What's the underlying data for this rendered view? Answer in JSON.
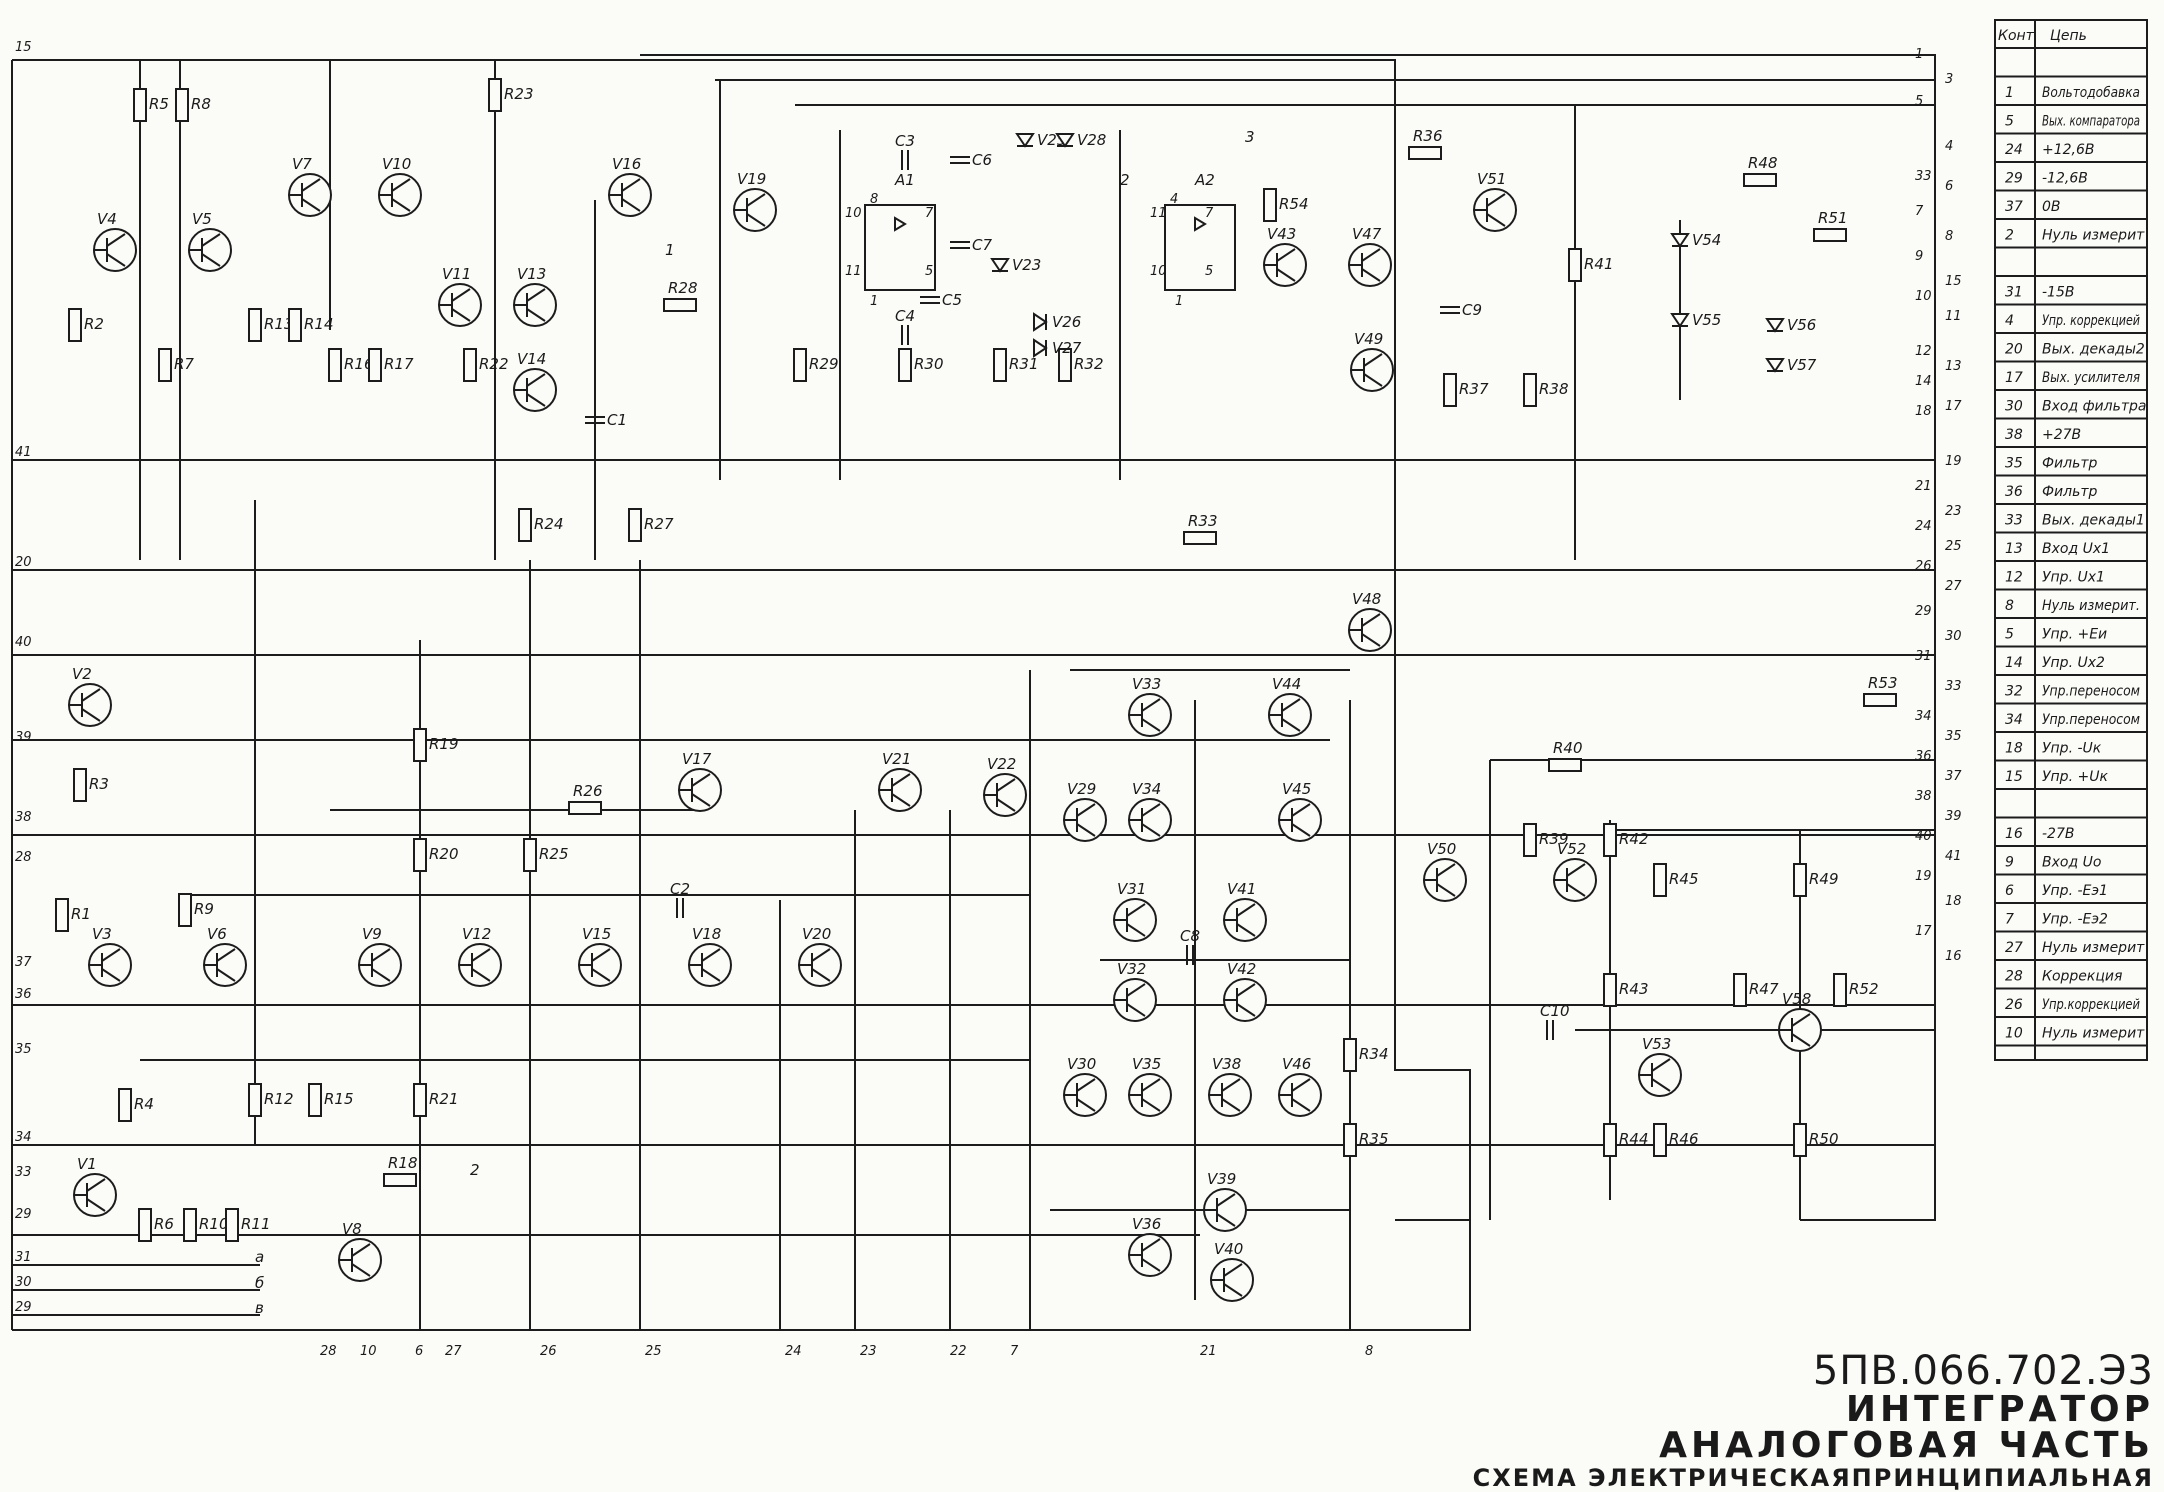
{
  "title_block": {
    "code": "5ПВ.066.702.Э3",
    "line1": "ИНТЕГРАТОР",
    "line2": "АНАЛОГОВАЯ ЧАСТЬ",
    "line3": "СХЕМА ЭЛЕКТРИЧЕСКАЯПРИНЦИПИАЛЬНАЯ"
  },
  "table": {
    "header_contact": "Конт",
    "header_circuit": "Цепь",
    "rows": [
      {
        "c": "",
        "t": ""
      },
      {
        "c": "1",
        "t": "Вольтодобавка"
      },
      {
        "c": "5",
        "t": "Вых. компаратора"
      },
      {
        "c": "24",
        "t": "+12,6В"
      },
      {
        "c": "29",
        "t": "-12,6В"
      },
      {
        "c": "37",
        "t": "0В"
      },
      {
        "c": "2",
        "t": "Нуль измерит"
      },
      {
        "c": "",
        "t": ""
      },
      {
        "c": "31",
        "t": "-15В"
      },
      {
        "c": "4",
        "t": "Упр. коррекцией"
      },
      {
        "c": "20",
        "t": "Вых. декады2"
      },
      {
        "c": "17",
        "t": "Вых. усилителя"
      },
      {
        "c": "30",
        "t": "Вход фильтра"
      },
      {
        "c": "38",
        "t": "+27В"
      },
      {
        "c": "35",
        "t": "Фильтр"
      },
      {
        "c": "36",
        "t": "Фильтр"
      },
      {
        "c": "33",
        "t": "Вых. декады1"
      },
      {
        "c": "13",
        "t": "Вход Uх1"
      },
      {
        "c": "12",
        "t": "Упр. Uх1"
      },
      {
        "c": "8",
        "t": "Нуль измерит."
      },
      {
        "c": "5",
        "t": "Упр. +Еи"
      },
      {
        "c": "14",
        "t": "Упр. Uх2"
      },
      {
        "c": "32",
        "t": "Упр.переносом"
      },
      {
        "c": "34",
        "t": "Упр.переносом"
      },
      {
        "c": "18",
        "t": "Упр. -Uк"
      },
      {
        "c": "15",
        "t": "Упр. +Uк"
      },
      {
        "c": "",
        "t": ""
      },
      {
        "c": "16",
        "t": "-27В"
      },
      {
        "c": "9",
        "t": "Вход Uо"
      },
      {
        "c": "6",
        "t": "Упр. -Еэ1"
      },
      {
        "c": "7",
        "t": "Упр. -Еэ2"
      },
      {
        "c": "27",
        "t": "Нуль измерит"
      },
      {
        "c": "28",
        "t": "Коррекция"
      },
      {
        "c": "26",
        "t": "Упр.коррекцией"
      },
      {
        "c": "10",
        "t": "Нуль измерит"
      }
    ]
  },
  "resistors": [
    "R1",
    "R2",
    "R3",
    "R4",
    "R5",
    "R6",
    "R7",
    "R8",
    "R9",
    "R10",
    "R11",
    "R12",
    "R13",
    "R14",
    "R15",
    "R16",
    "R17",
    "R18",
    "R19",
    "R20",
    "R21",
    "R22",
    "R23",
    "R24",
    "R25",
    "R26",
    "R27",
    "R28",
    "R29",
    "R30",
    "R31",
    "R32",
    "R33",
    "R34",
    "R35",
    "R36",
    "R37",
    "R38",
    "R39",
    "R40",
    "R41",
    "R42",
    "R43",
    "R44",
    "R45",
    "R46",
    "R47",
    "R48",
    "R49",
    "R50",
    "R51",
    "R52",
    "R53",
    "R54"
  ],
  "transistors": [
    "V1",
    "V2",
    "V3",
    "V4",
    "V5",
    "V6",
    "V7",
    "V8",
    "V9",
    "V10",
    "V11",
    "V12",
    "V13",
    "V14",
    "V15",
    "V16",
    "V17",
    "V18",
    "V19",
    "V20",
    "V21",
    "V22",
    "V29",
    "V30",
    "V31",
    "V32",
    "V33",
    "V34",
    "V35",
    "V36",
    "V38",
    "V39",
    "V40",
    "V41",
    "V42",
    "V43",
    "V44",
    "V45",
    "V46",
    "V47",
    "V48",
    "V49",
    "V50",
    "V51",
    "V52",
    "V53",
    "V58"
  ],
  "diodes": [
    "V23",
    "V25",
    "V26",
    "V27",
    "V28",
    "V54",
    "V55",
    "V56",
    "V57"
  ],
  "capacitors": [
    "C1",
    "C2",
    "C3",
    "C4",
    "C5",
    "C6",
    "C7",
    "C8",
    "C9",
    "C10"
  ],
  "amplifiers": [
    "A1",
    "A2"
  ],
  "pin_labels": {
    "left": [
      "15",
      "41",
      "20",
      "40",
      "39",
      "38",
      "28",
      "37",
      "36",
      "35",
      "34",
      "33",
      "29",
      "31",
      "30",
      "29"
    ],
    "right": [
      "1",
      "3",
      "5",
      "4",
      "33",
      "6",
      "7",
      "8",
      "9",
      "15",
      "10",
      "11",
      "12",
      "13",
      "14",
      "17",
      "18",
      "19",
      "21",
      "23",
      "24",
      "25",
      "26",
      "27",
      "29",
      "30",
      "31",
      "33",
      "34",
      "35",
      "36",
      "37",
      "38",
      "39",
      "40",
      "41",
      "19",
      "18",
      "17",
      "16"
    ],
    "bottom": [
      "28",
      "10",
      "6",
      "27",
      "26",
      "25",
      "24",
      "23",
      "22",
      "7",
      "21",
      "8"
    ],
    "bus": [
      "а",
      "б",
      "в",
      "2",
      "1",
      "3",
      "2"
    ],
    "op_pins": [
      "10",
      "8",
      "7",
      "11",
      "1",
      "5",
      "4",
      "11",
      "7",
      "10",
      "5",
      "1"
    ]
  }
}
